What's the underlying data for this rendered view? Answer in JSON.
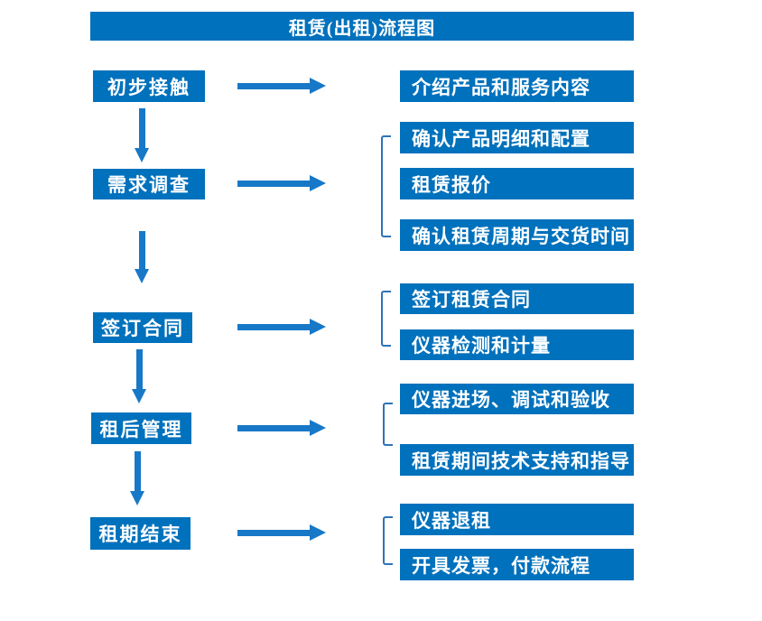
{
  "title": "租赁(出租)流程图",
  "colors": {
    "box_blue": "#0071BC",
    "arrow_blue": "#1778C8",
    "bracket_blue": "#2E74B5",
    "text_white": "#FFFFFF"
  },
  "flow": [
    {
      "step": "初步接触",
      "details": [
        "介绍产品和服务内容"
      ]
    },
    {
      "step": "需求调查",
      "details": [
        "确认产品明细和配置",
        "租赁报价",
        "确认租赁周期与交货时间"
      ]
    },
    {
      "step": "签订合同",
      "details": [
        "签订租赁合同",
        "仪器检测和计量"
      ]
    },
    {
      "step": "租后管理",
      "details": [
        "仪器进场、调试和验收",
        "租赁期间技术支持和指导"
      ]
    },
    {
      "step": "租期结束",
      "details": [
        "仪器退租",
        "开具发票，付款流程"
      ]
    }
  ]
}
